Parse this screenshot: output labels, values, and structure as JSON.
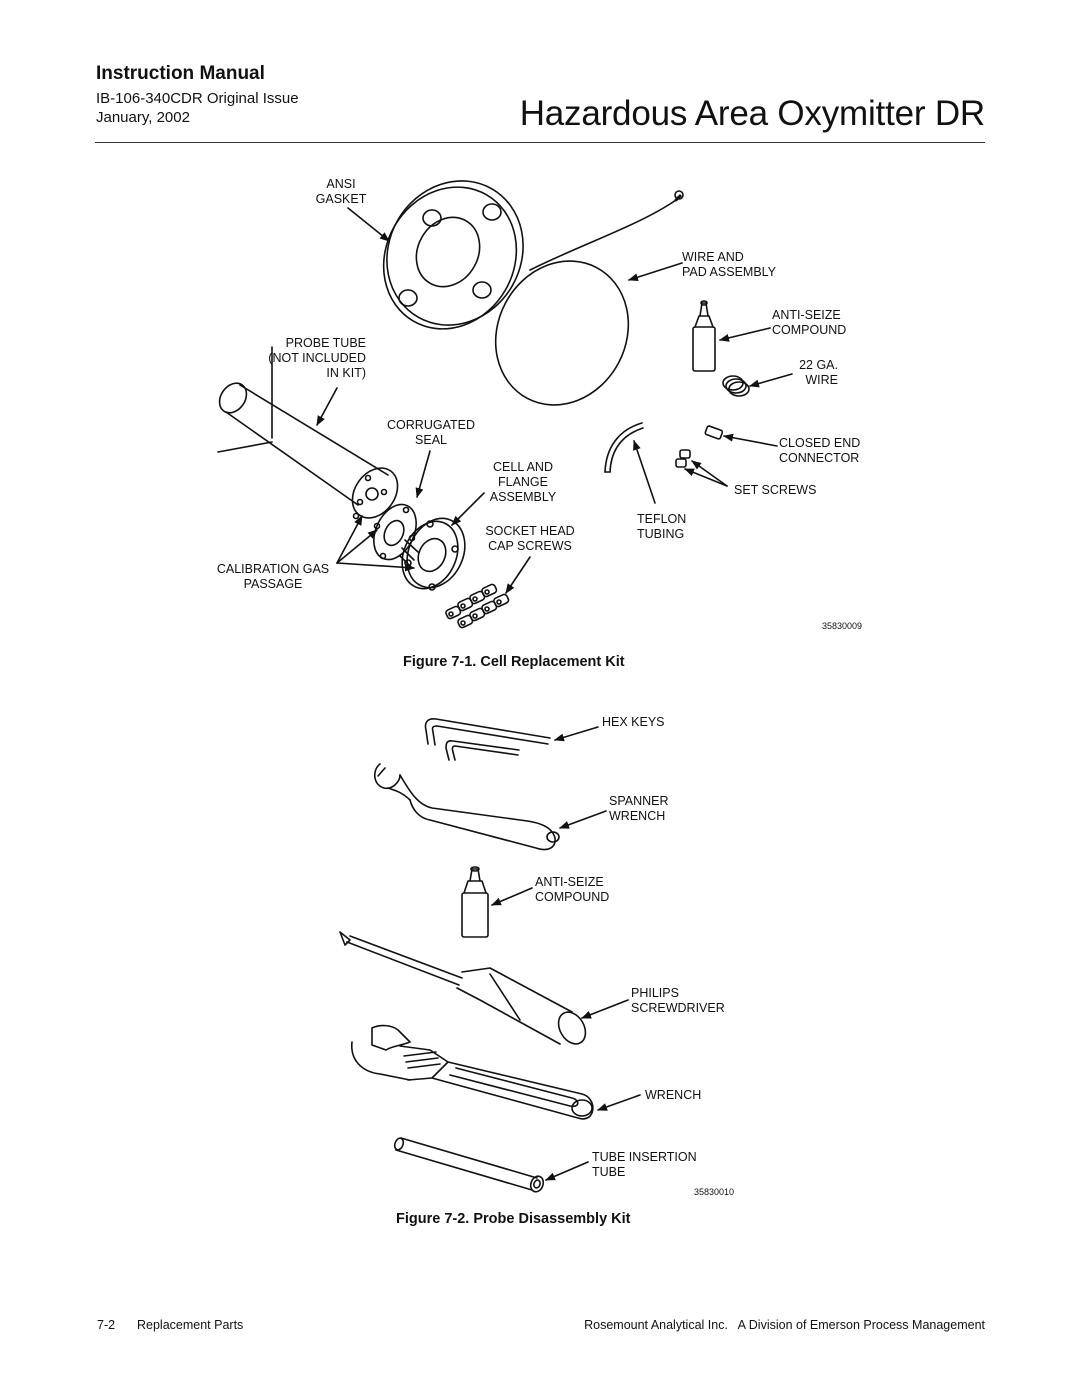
{
  "header": {
    "manual_label": "Instruction Manual",
    "document_id": "IB-106-340CDR  Original Issue",
    "date": "January, 2002",
    "title": "Hazardous Area Oxymitter DR"
  },
  "figure1": {
    "labels": {
      "ansi_gasket": "ANSI\nGASKET",
      "wire_pad": "WIRE AND\nPAD ASSEMBLY",
      "anti_seize": "ANTI-SEIZE\nCOMPOUND",
      "probe_tube": "PROBE TUBE\n(NOT INCLUDED\nIN KIT)",
      "wire_22": "22 GA.\nWIRE",
      "corrugated_seal": "CORRUGATED\nSEAL",
      "closed_end": "CLOSED END\nCONNECTOR",
      "cell_flange": "CELL AND\nFLANGE\nASSEMBLY",
      "set_screws": "SET SCREWS",
      "teflon": "TEFLON\nTUBING",
      "socket_head": "SOCKET HEAD\nCAP SCREWS",
      "cal_gas": "CALIBRATION GAS\nPASSAGE"
    },
    "drawing_number": "35830009",
    "caption": "Figure 7-1.  Cell Replacement Kit"
  },
  "figure2": {
    "labels": {
      "hex_keys": "HEX KEYS",
      "spanner": "SPANNER\nWRENCH",
      "anti_seize": "ANTI-SEIZE\nCOMPOUND",
      "philips": "PHILIPS\nSCREWDRIVER",
      "wrench": "WRENCH",
      "tube_insertion": "TUBE INSERTION\nTUBE"
    },
    "drawing_number": "35830010",
    "caption": "Figure 7-2.  Probe Disassembly Kit"
  },
  "footer": {
    "page_number": "7-2",
    "section": "Replacement Parts",
    "company": "Rosemount Analytical Inc.   A Division of Emerson Process Management"
  }
}
